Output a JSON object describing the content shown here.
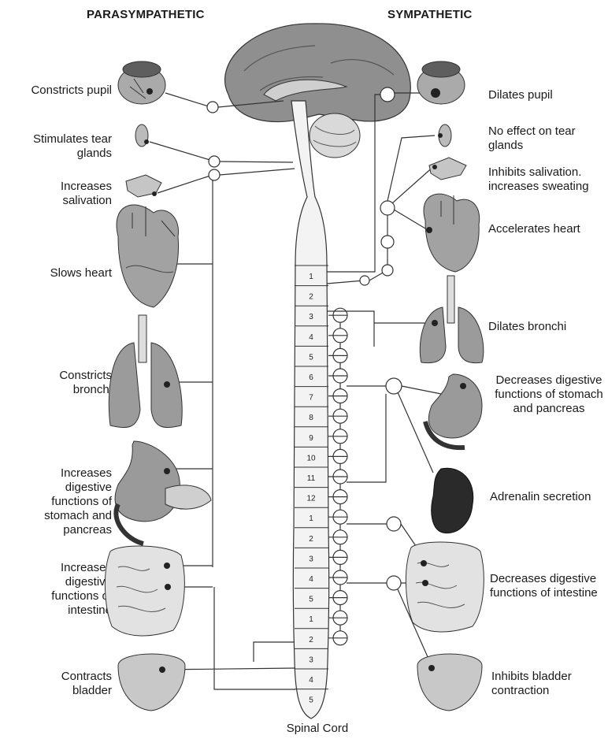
{
  "headers": {
    "parasympathetic": "PARASYMPATHETIC",
    "sympathetic": "SYMPATHETIC"
  },
  "parasympathetic_effects": [
    "Constricts pupil",
    "Stimulates tear\nglands",
    "Increases\nsalivation",
    "Slows heart",
    "Constricts\nbronchi",
    "Increases\ndigestive\nfunctions of\nstomach and\npancreas",
    "Increases\ndigestive\nfunctions of\nintestine",
    "Contracts\nbladder"
  ],
  "sympathetic_effects": [
    "Dilates pupil",
    "No effect on tear\nglands",
    "Inhibits salivation.\nincreases sweating",
    "Accelerates heart",
    "Dilates bronchi",
    "Decreases digestive\nfunctions of stomach\nand pancreas",
    "Adrenalin secretion",
    "Decreases digestive\nfunctions of intestine",
    "Inhibits bladder\ncontraction"
  ],
  "spinal_cord": {
    "caption": "Spinal Cord",
    "segment_labels": [
      "1",
      "2",
      "3",
      "4",
      "5",
      "6",
      "7",
      "8",
      "9",
      "10",
      "11",
      "12",
      "1",
      "2",
      "3",
      "4",
      "5",
      "1",
      "2",
      "3",
      "4",
      "5"
    ]
  },
  "colors": {
    "organ": "#9a9a9a",
    "organ_dark": "#5a5a5a",
    "line": "#333333",
    "cord": "#f2f2f2"
  }
}
